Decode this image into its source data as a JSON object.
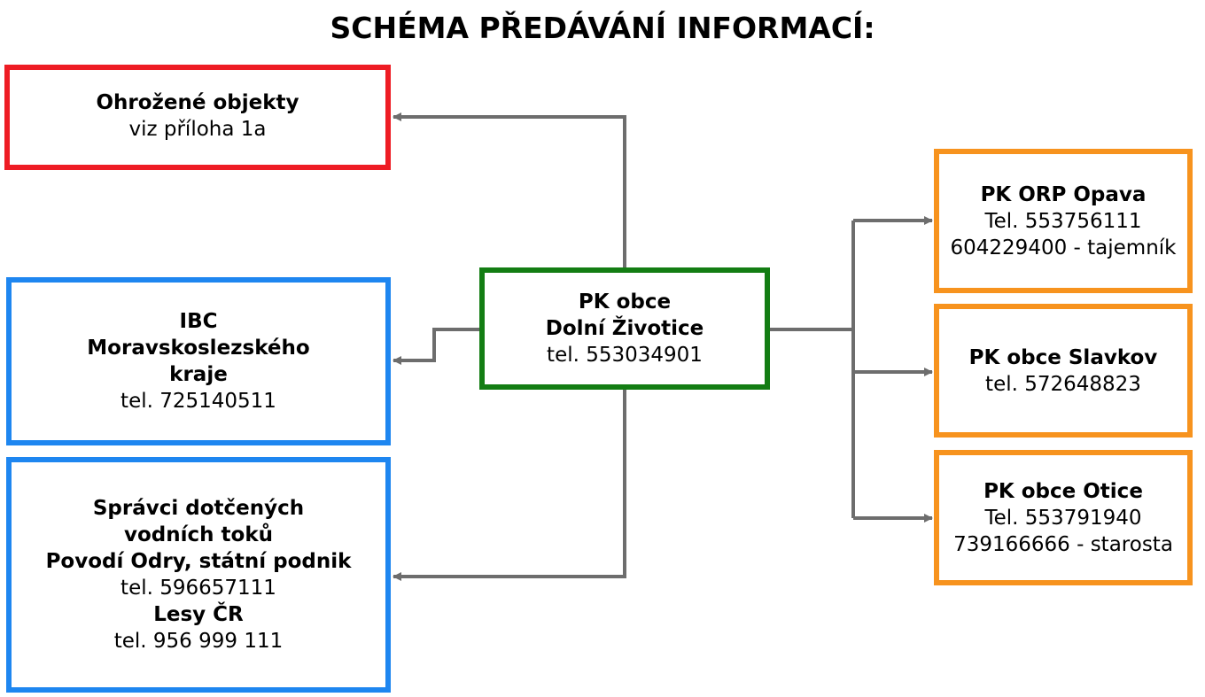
{
  "title": "SCHÉMA PŘEDÁVÁNÍ INFORMACÍ:",
  "colors": {
    "threatened": "#ee1c24",
    "authority": "#1e86f0",
    "center": "#137d13",
    "neighbors": "#f7931e",
    "arrow": "#6d6d6d"
  },
  "center": {
    "line1": "PK obce",
    "line2": "Dolní Životice",
    "phone": "tel. 553034901"
  },
  "threatened": {
    "title": "Ohrožené objekty",
    "note": "viz příloha 1a"
  },
  "ibc": {
    "line1": "IBC",
    "line2": "Moravskoslezského",
    "line3": "kraje",
    "phone": "tel. 725140511"
  },
  "water": {
    "line1": "Správci dotčených",
    "line2": "vodních toků",
    "line3": "Povodí Odry, státní podnik",
    "phone1": "tel. 596657111",
    "line4": "Lesy ČR",
    "phone2": "tel. 956 999 111"
  },
  "orp": {
    "title": "PK ORP Opava",
    "phone": "Tel. 553756111",
    "phone2": "604229400 - tajemník"
  },
  "slavkov": {
    "title": "PK obce Slavkov",
    "phone": "tel. 572648823"
  },
  "otice": {
    "title": "PK obce Otice",
    "phone": "Tel. 553791940",
    "phone2": "739166666 - starosta"
  }
}
